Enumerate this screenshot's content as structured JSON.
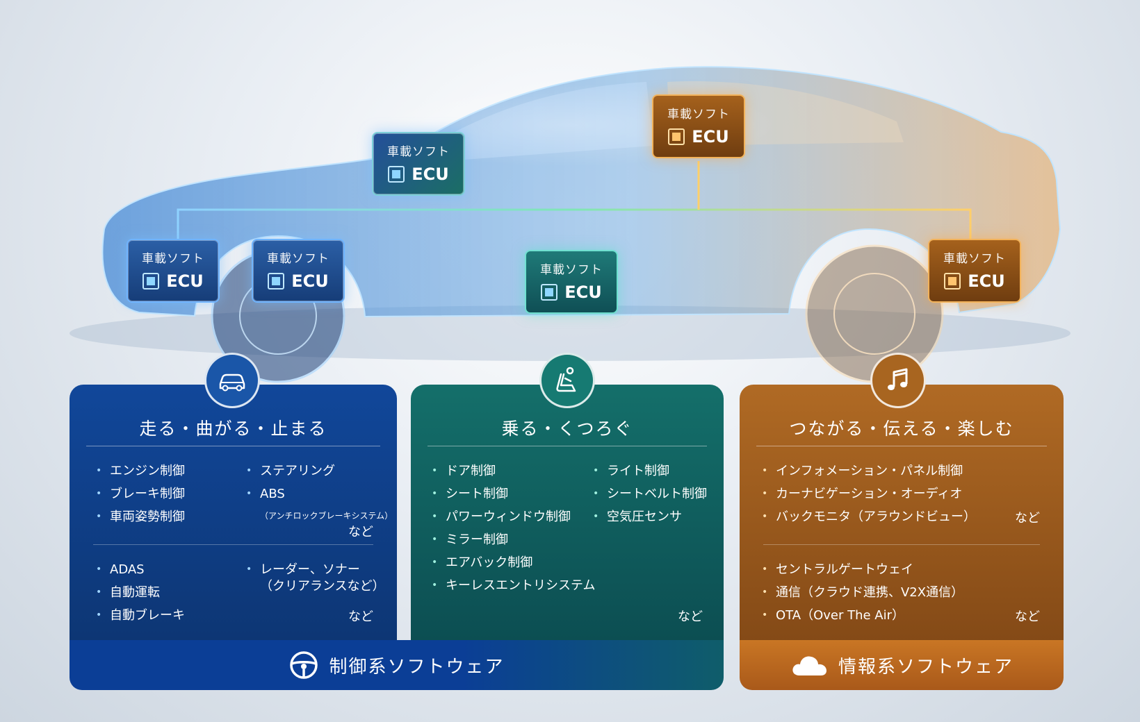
{
  "colors": {
    "blue": "#11479a",
    "green": "#146f6a",
    "orange": "#b06a24",
    "footer_blue": "#0b3e96",
    "footer_orange": "#c97624"
  },
  "ecus": [
    {
      "label": "車載ソフト",
      "chip": "ECU",
      "tone": "blue"
    },
    {
      "label": "車載ソフト",
      "chip": "ECU",
      "tone": "blue"
    },
    {
      "label": "車載ソフト",
      "chip": "ECU",
      "tone": "mix"
    },
    {
      "label": "車載ソフト",
      "chip": "ECU",
      "tone": "green"
    },
    {
      "label": "車載ソフト",
      "chip": "ECU",
      "tone": "orange"
    },
    {
      "label": "車載ソフト",
      "chip": "ECU",
      "tone": "orange"
    }
  ],
  "panels": {
    "drive": {
      "icon": "car-icon",
      "title": "走る・曲がる・止まる",
      "group1_left": [
        "エンジン制御",
        "ブレーキ制御",
        "車両姿勢制御"
      ],
      "group1_right": [
        "ステアリング",
        "ABS"
      ],
      "abs_note": "（アンチロックブレーキシステム）",
      "group1_suffix": "など",
      "group2_left": [
        "ADAS",
        "自動運転",
        "自動ブレーキ"
      ],
      "group2_right_line1": "レーダー、ソナー",
      "group2_right_line2": "（クリアランスなど）",
      "group2_suffix": "など"
    },
    "ride": {
      "icon": "seat-icon",
      "title": "乗る・くつろぐ",
      "left": [
        "ドア制御",
        "シート制御",
        "パワーウィンドウ制御",
        "ミラー制御",
        "エアバック制御",
        "キーレスエントリシステム"
      ],
      "right": [
        "ライト制御",
        "シートベルト制御",
        "空気圧センサ"
      ],
      "suffix": "など"
    },
    "connect": {
      "icon": "music-note-icon",
      "title": "つながる・伝える・楽しむ",
      "group1": [
        "インフォメーション・パネル制御",
        "カーナビゲーション・オーディオ",
        "バックモニタ（アラウンドビュー）"
      ],
      "group1_suffix": "など",
      "group2": [
        "セントラルゲートウェイ",
        "通信（クラウド連携、V2X通信）",
        "OTA（Over The Air）"
      ],
      "group2_suffix": "など"
    }
  },
  "footers": {
    "control": {
      "icon": "steering-wheel-icon",
      "label": "制御系ソフトウェア"
    },
    "info": {
      "icon": "cloud-icon",
      "label": "情報系ソフトウェア"
    }
  }
}
